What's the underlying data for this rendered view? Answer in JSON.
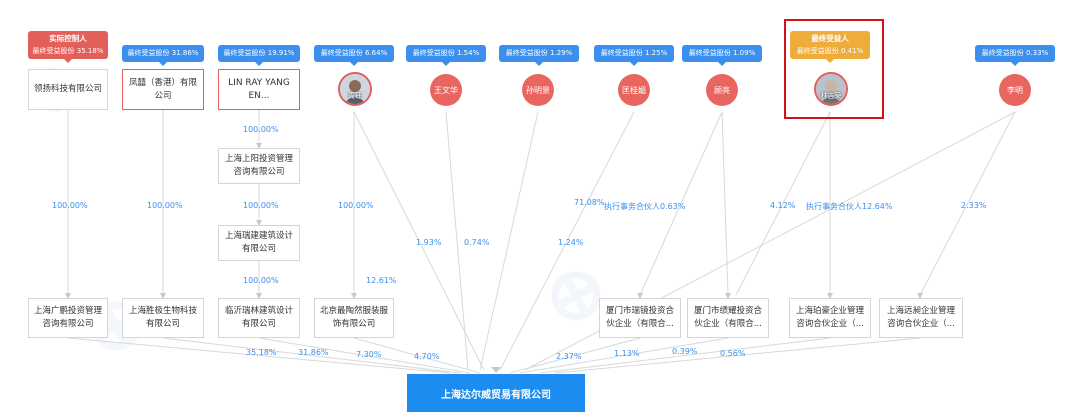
{
  "shareholders": [
    {
      "tag_title": "实际控制人",
      "tag_share": "最终受益股份 35.18%",
      "tag_color": "red",
      "name": "领扬科技有限公司"
    },
    {
      "tag_share": "最终受益股份 31.86%",
      "name": "凤囍（香港）有限公司"
    },
    {
      "tag_share": "最终受益股份 19.91%",
      "name": "LIN RAY YANG EN..."
    },
    {
      "tag_share": "最终受益股份 6.64%",
      "name": "周珏"
    },
    {
      "tag_share": "最终受益股份 1.54%",
      "name": "王文华"
    },
    {
      "tag_share": "最终受益股份 1.29%",
      "name": "孙明景"
    },
    {
      "tag_share": "最终受益股份 1.25%",
      "name": "匡桂媚"
    },
    {
      "tag_share": "最终受益股份 1.09%",
      "name": "顾亮"
    },
    {
      "tag_title": "最终受益人",
      "tag_share": "最终受益股份 0.41%",
      "tag_color": "gold",
      "name": "林吉荣"
    },
    {
      "tag_share": "最终受益股份 0.33%",
      "name": "李明"
    }
  ],
  "intermediates": {
    "shanghai_yangyang": "上海上阳投资管理咨询有限公司",
    "shanghai_ruijian": "上海瑞建建筑设计有限公司"
  },
  "bottom_companies": [
    "上海广鹏投资管理咨询有限公司",
    "上海胜极生物科技有限公司",
    "临沂瑞林建筑设计有限公司",
    "北京最陶然服装服饰有限公司",
    "厦门市瑞镜投资合伙企业（有限合...",
    "厦门市绩耀投资合伙企业（有限合...",
    "上海珀豪企业管理咨询合伙企业（...",
    "上海远昶企业管理咨询合伙企业（..."
  ],
  "target": "上海达尔威贸易有限公司",
  "edge_labels": {
    "lingyang": "100.00%",
    "fengxi": "100.00%",
    "lin_top": "100.00%",
    "lin_mid": "100.00%",
    "ruijian": "100.00%",
    "zhoujue": "100.00%",
    "zhoujue_direct": "12.61%",
    "wang": "1.93%",
    "sun": "0.74%",
    "kuang": "1.24%",
    "gu_a": "71.08%",
    "gu_b": "执行事务合伙人0.63%",
    "lin_ji_a": "4.12%",
    "lin_ji_b": "执行事务合伙人12.64%",
    "li": "2.33%",
    "b1": "35.18%",
    "b2": "31.86%",
    "b3": "7.30%",
    "b4": "4.70%",
    "b5": "2.37%",
    "b6": "1.13%",
    "b7": "0.39%",
    "b8": "0.56%"
  },
  "colors": {
    "accent": "#1d8cf0",
    "tag_blue": "#3a8fef",
    "tag_red": "#e35f59",
    "tag_gold": "#eeac3b",
    "highlight": "#d0121b"
  }
}
